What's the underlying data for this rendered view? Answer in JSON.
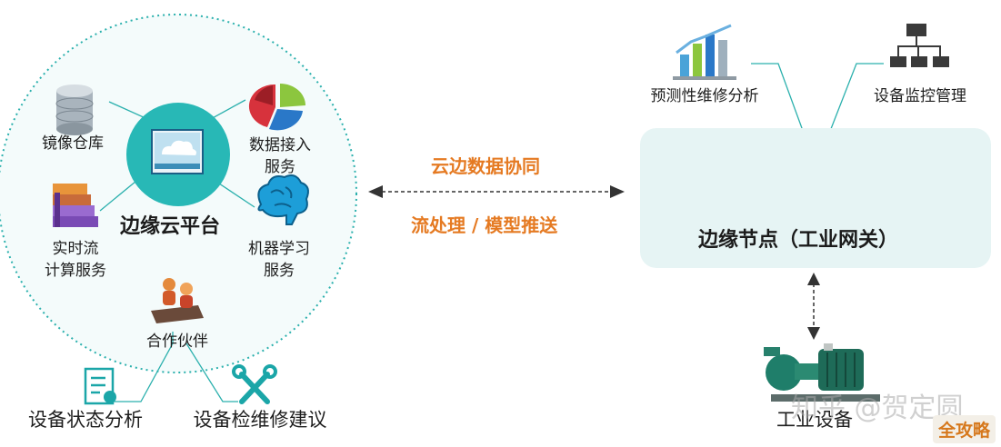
{
  "platform": {
    "title": "边缘云平台",
    "items": [
      {
        "id": "mirror",
        "label_lines": [
          "镜像仓库"
        ],
        "icon": "database-icon"
      },
      {
        "id": "data",
        "label_lines": [
          "数据接入",
          "服务"
        ],
        "icon": "pie-chart-icon"
      },
      {
        "id": "stream",
        "label_lines": [
          "实时流",
          "计算服务"
        ],
        "icon": "stacked-blocks-icon"
      },
      {
        "id": "ml",
        "label_lines": [
          "机器学习",
          "服务"
        ],
        "icon": "brain-icon"
      },
      {
        "id": "partner",
        "label_lines": [
          "合作伙伴"
        ],
        "icon": "people-icon"
      }
    ],
    "bottom_items": [
      {
        "id": "status",
        "label": "设备状态分析",
        "icon": "document-icon"
      },
      {
        "id": "repair",
        "label": "设备检维修建议",
        "icon": "tools-icon"
      }
    ]
  },
  "middle": {
    "top_label": "云边数据协同",
    "bottom_label": "流处理 / 模型推送"
  },
  "node": {
    "title": "边缘节点（工业网关）",
    "top_items": [
      {
        "id": "predict",
        "label": "预测性维修分析",
        "icon": "bar-chart-icon"
      },
      {
        "id": "monitor",
        "label": "设备监控管理",
        "icon": "network-icon"
      }
    ]
  },
  "device": {
    "label": "工业设备",
    "icon": "pump-icon"
  },
  "watermark": "知乎 @贺定圆",
  "corner_badge": "全攻略",
  "colors": {
    "teal": "#28b8b6",
    "orange": "#e57a22",
    "node_bg": "#e6f4f4"
  }
}
